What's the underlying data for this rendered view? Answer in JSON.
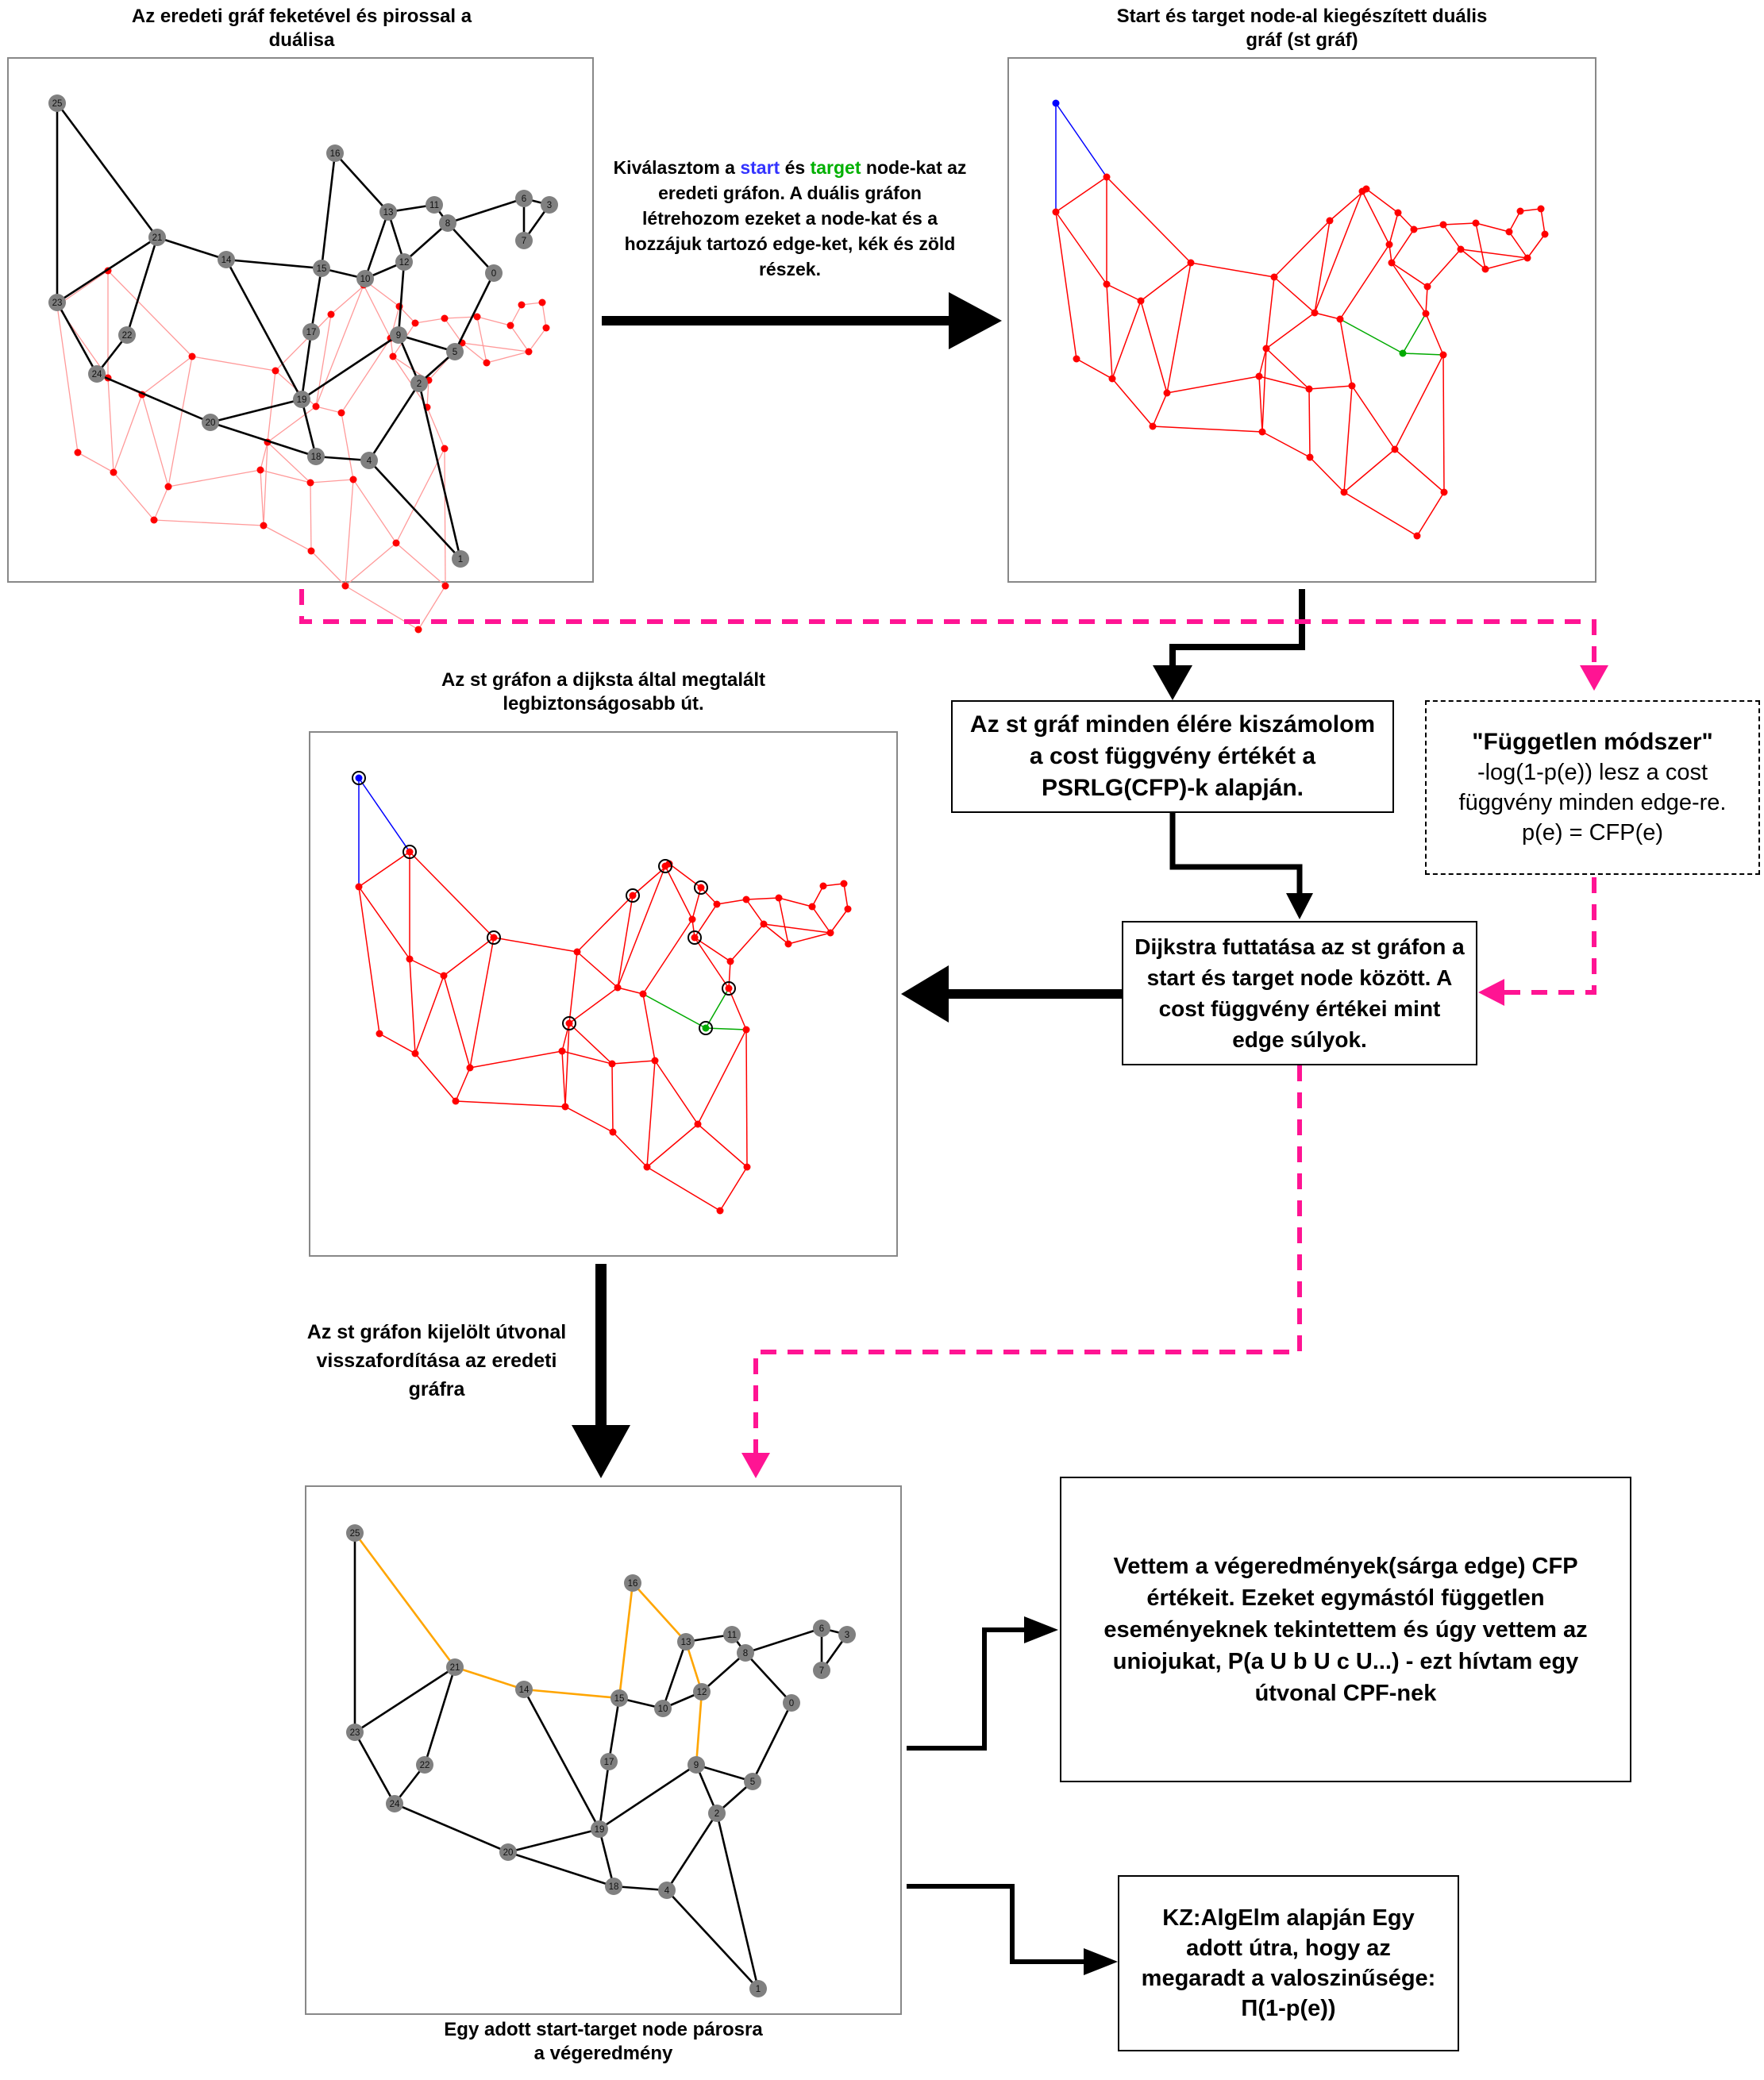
{
  "captions": {
    "panel_original": "Az eredeti gráf feketével és pirossal a duálisa",
    "panel_st_graph": "Start és target node-al kiegészített duális gráf (st gráf)",
    "panel_dijkstra": "Az st gráfon a dijksta által megtalált legbiztonságosabb út.",
    "panel_result": "Egy adott start-target node párosra a végeredmény",
    "arrow_reverse": "Az st gráfon kijelölt útvonal visszafordítása az eredeti gráfra"
  },
  "select_text": {
    "part1": "Kiválasztom a ",
    "start": "start",
    "part2": " és ",
    "target": "target",
    "part3": " node-kat az eredeti gráfon. A duális gráfon létrehozom ezeket a node-kat és a hozzájuk tartozó edge-ket, kék és zöld részek."
  },
  "boxes": {
    "cost": "Az st gráf minden élére kiszámolom a cost függvény értékét a PSRLG(CFP)-k alapján.",
    "dijkstra": "Dijkstra futtatása az st gráfon a start és target node között. A cost függvény értékei mint edge súlyok.",
    "cfp": "Vettem a végeredmények(sárga edge) CFP értékeit. Ezeket egymástól független eseményeknek tekintettem és úgy vettem az uniojukat, P(a U b U c U...) - ezt hívtam egy útvonal CPF-nek",
    "kz": "KZ:AlgElm alapján Egy adott útra, hogy az megaradt a valoszinűsége: Π(1-p(e))"
  },
  "independent": {
    "title": "\"Független módszer\"",
    "body": "-log(1-p(e)) lesz a cost függvény minden edge-re. p(e) = CFP(e)"
  },
  "node_labels": [
    "0",
    "1",
    "2",
    "3",
    "4",
    "5",
    "6",
    "7",
    "8",
    "9",
    "10",
    "11",
    "12",
    "13",
    "14",
    "15",
    "16",
    "17",
    "18",
    "19",
    "20",
    "21",
    "22",
    "23",
    "24",
    "25"
  ],
  "colors": {
    "primal_edge": "#000000",
    "primal_node": "#808080",
    "dual": "#ff0000",
    "dual_light": "#ff9a9a",
    "start": "#0000ff",
    "target": "#00aa00",
    "path": "#ffa500",
    "dashed_arrow": "#ff1493"
  }
}
